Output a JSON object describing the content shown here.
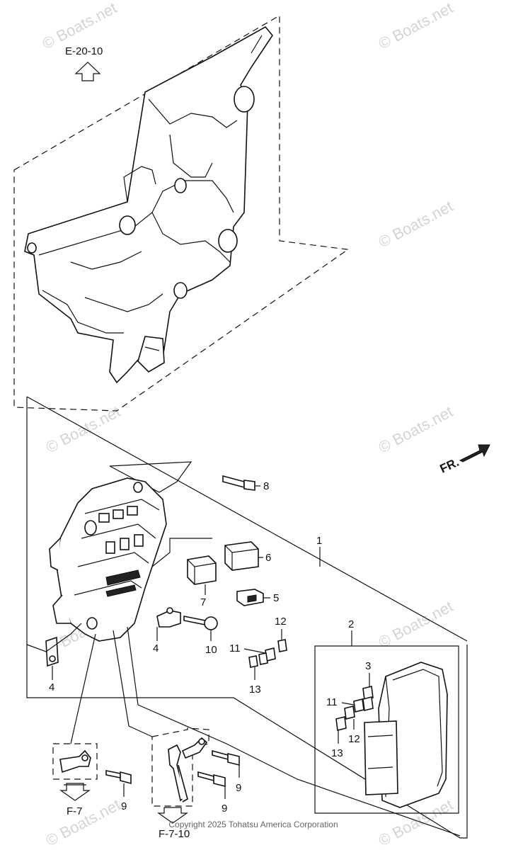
{
  "watermark": "© Boats.net",
  "copyright": "Copyright 2025 Tohatsu America Corporation",
  "direction_label": "FR.",
  "references": {
    "top": "E-20-10",
    "bottom_left": "F-7",
    "bottom_center": "F-7-10"
  },
  "callouts": {
    "c1": "1",
    "c2": "2",
    "c3": "3",
    "c4a": "4",
    "c4b": "4",
    "c5": "5",
    "c6": "6",
    "c7": "7",
    "c8": "8",
    "c9a": "9",
    "c9b": "9",
    "c9c": "9",
    "c10": "10",
    "c11a": "11",
    "c11b": "11",
    "c12a": "12",
    "c12b": "12",
    "c13a": "13",
    "c13b": "13"
  }
}
